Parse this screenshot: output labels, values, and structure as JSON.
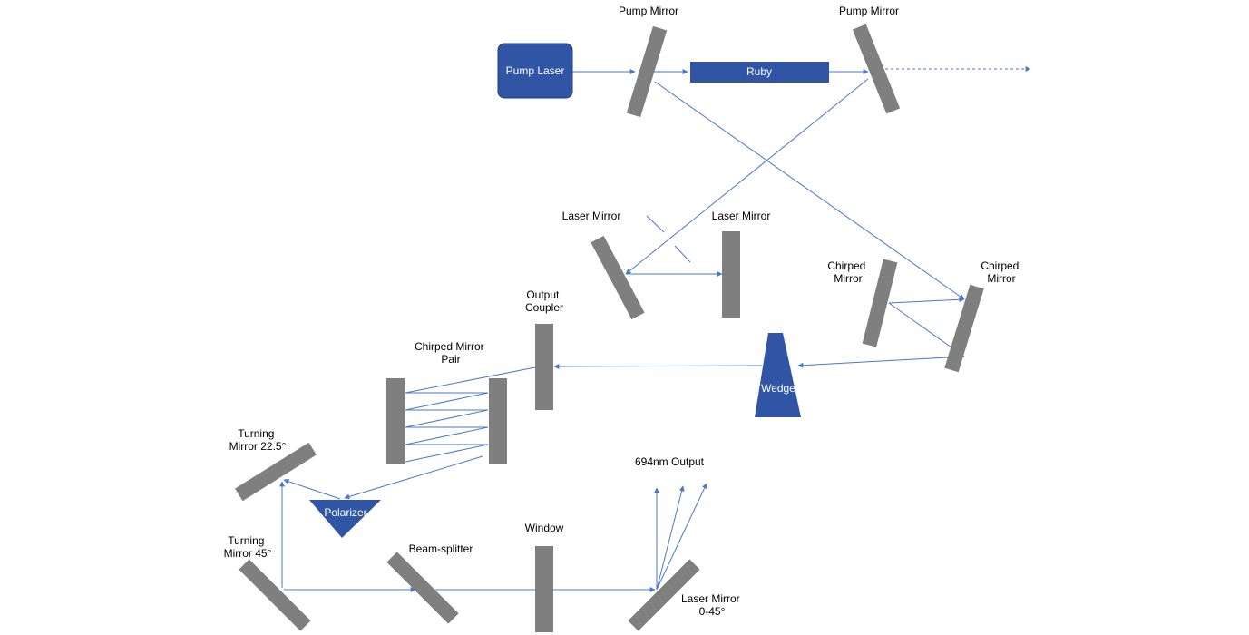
{
  "colors": {
    "mirror": "#7f7f7f",
    "component": "#2f55a4",
    "beam": "#4a78c8",
    "text": "#000000",
    "component_text": "#ffffff"
  },
  "labels": {
    "pump_mirror_left": "Pump Mirror",
    "pump_mirror_right": "Pump Mirror",
    "pump_laser": "Pump Laser",
    "ruby": "Ruby",
    "laser_mirror_left": "Laser Mirror",
    "laser_mirror_right": "Laser Mirror",
    "chirped_mirror_left": [
      "Chirped",
      "Mirror"
    ],
    "chirped_mirror_right": [
      "Chirped",
      "Mirror"
    ],
    "output_coupler": [
      "Output",
      "Coupler"
    ],
    "chirped_mirror_pair": [
      "Chirped Mirror",
      "Pair"
    ],
    "wedge": "Wedge",
    "turning_mirror_22": [
      "Turning",
      "Mirror 22.5°"
    ],
    "polarizer": "Polarizer",
    "turning_mirror_45": [
      "Turning",
      "Mirror 45°"
    ],
    "beam_splitter": "Beam-splitter",
    "window": "Window",
    "output_694": "694nm Output",
    "laser_mirror_out": [
      "Laser Mirror",
      "0-45°"
    ]
  }
}
